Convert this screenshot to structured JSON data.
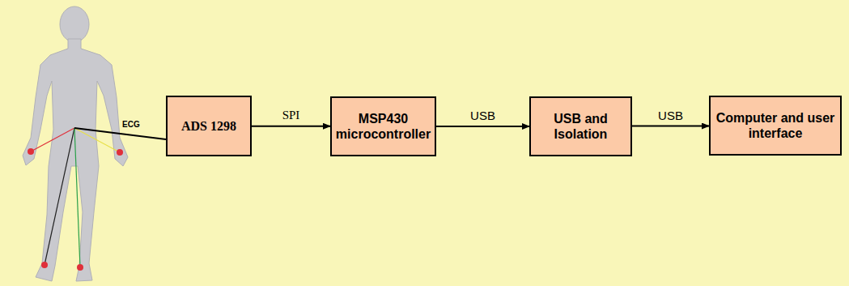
{
  "diagram": {
    "nodes": [
      {
        "text": [
          "ADS 1298"
        ]
      },
      {
        "text": [
          "MSP430 microcontroller"
        ]
      },
      {
        "text": [
          "USB and Isolation"
        ]
      },
      {
        "text": [
          "Computer and user interface"
        ]
      }
    ],
    "edges": [
      {
        "from": 0,
        "to": 1,
        "label": "SPI",
        "arrow": "to"
      },
      {
        "from": 1,
        "to": 2,
        "label": "USB",
        "arrow": "to"
      },
      {
        "from": 2,
        "to": 3,
        "label": "USB",
        "arrow": "to"
      }
    ],
    "labels": [
      "ECG"
    ]
  }
}
